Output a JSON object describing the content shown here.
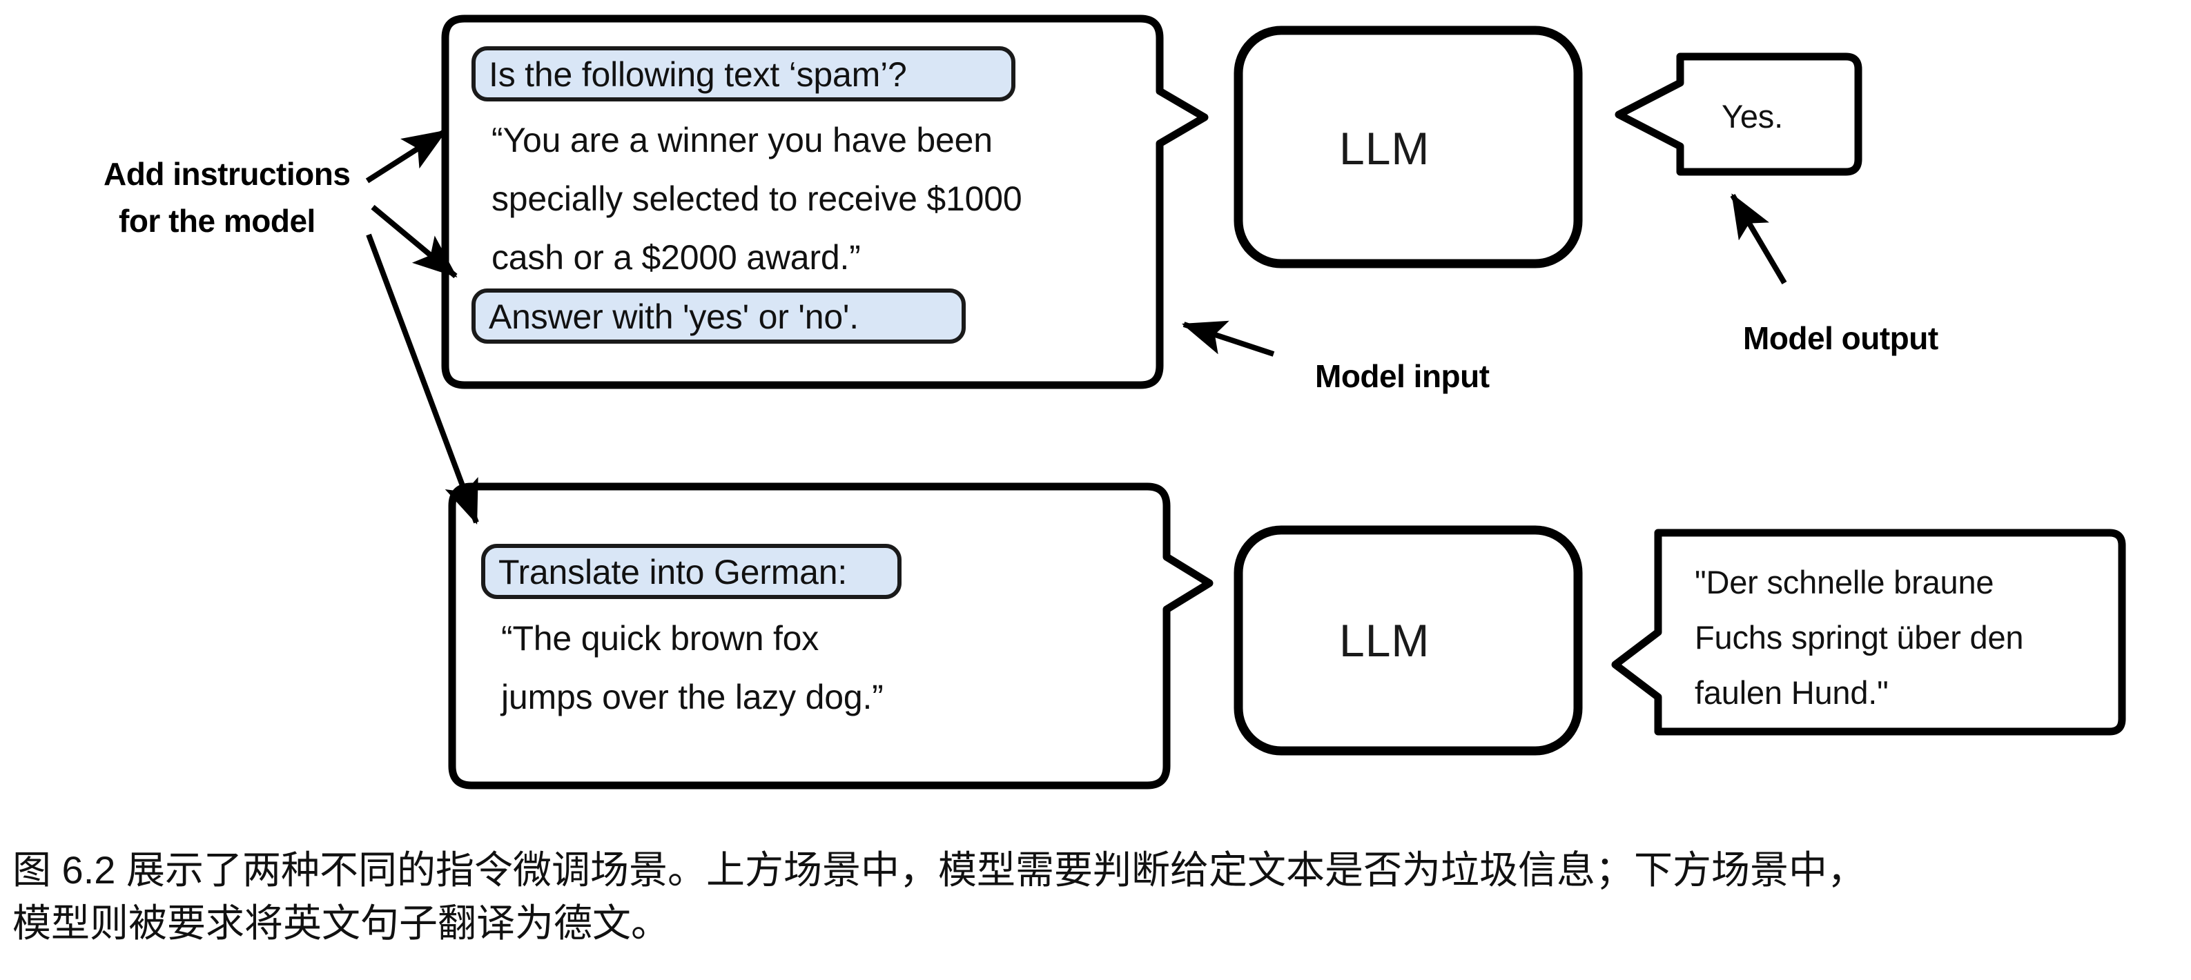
{
  "figure": {
    "id": "6.2",
    "colors": {
      "highlight_pill_fill": "#d9e6f6",
      "highlight_pill_border": "#1a1a1a",
      "box_border": "#000000",
      "text": "#111111",
      "background": "#ffffff"
    },
    "annotations": {
      "add_instructions_line1": "Add instructions",
      "add_instructions_line2": "for the model",
      "model_input": "Model input",
      "model_output": "Model output"
    },
    "scenarios": [
      {
        "name": "spam-classification",
        "input": {
          "instruction_pill": "Is the following text ‘spam’?",
          "body_lines": [
            "“You are a winner you have been",
            "specially selected to receive $1000",
            "cash or a $2000 award.”"
          ],
          "answer_pill": "Answer with 'yes' or 'no'."
        },
        "model": {
          "label": "LLM"
        },
        "output": {
          "lines": [
            "Yes."
          ]
        }
      },
      {
        "name": "german-translation",
        "input": {
          "instruction_pill": "Translate into German:",
          "body_lines": [
            "“The quick brown fox",
            "jumps over the lazy dog.”"
          ],
          "answer_pill": null
        },
        "model": {
          "label": "LLM"
        },
        "output": {
          "lines": [
            "\"Der schnelle braune",
            "Fuchs springt über den",
            "faulen Hund.\""
          ]
        }
      }
    ],
    "caption": {
      "line1": "图 6.2 展示了两种不同的指令微调场景。上方场景中，模型需要判断给定文本是否为垃圾信息；下方场景中，",
      "line2": "模型则被要求将英文句子翻译为德文。"
    }
  }
}
